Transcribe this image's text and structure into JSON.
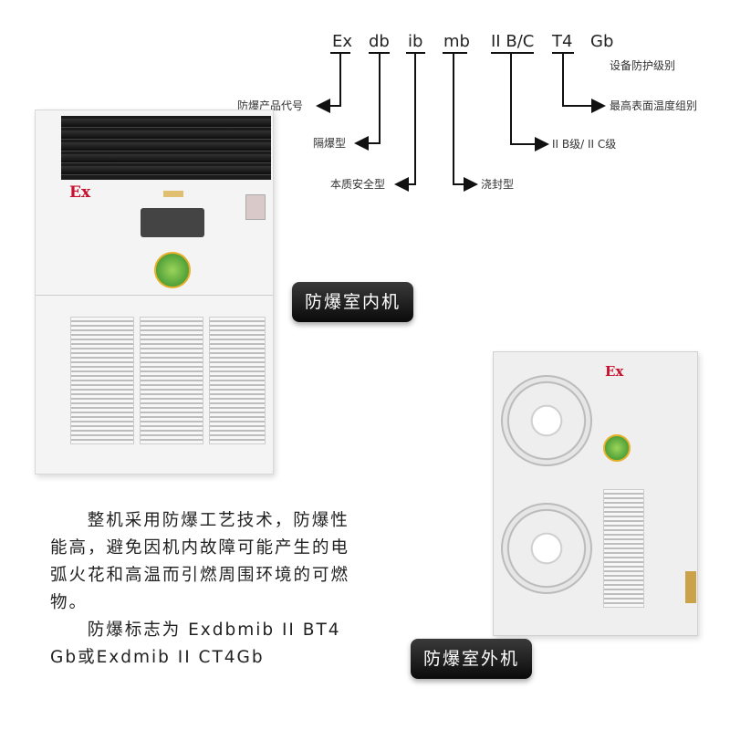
{
  "diagram": {
    "codes": [
      "Ex",
      "db",
      "ib",
      "mb",
      "II B/C",
      "T4",
      "Gb"
    ],
    "labels": {
      "ex": "防爆产品代号",
      "db": "隔爆型",
      "ib": "本质安全型",
      "mb": "浇封型",
      "group": "II B级/ II C级",
      "t4": "最高表面温度组别",
      "gb": "设备防护级别"
    }
  },
  "indoor_unit": {
    "label": "防爆室内机",
    "badge": "Ex"
  },
  "outdoor_unit": {
    "label": "防爆室外机",
    "badge": "Ex"
  },
  "description": {
    "para1": "整机采用防爆工艺技术，防爆性能高，避免因机内故障可能产生的电弧火花和高温而引燃周围环境的可燃物。",
    "para2": "防爆标志为 Exdbmib II BT4 Gb或Exdmib II CT4Gb"
  },
  "colors": {
    "badge_red": "#c8102e",
    "pill": "#1a1a1a"
  }
}
